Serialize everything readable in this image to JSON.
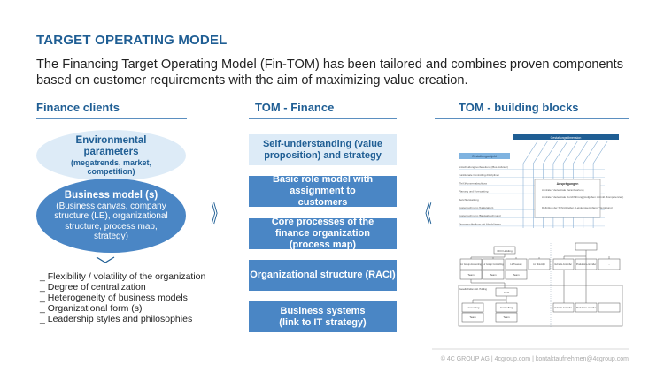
{
  "title": "TARGET OPERATING MODEL",
  "subtitle": "The Financing Target Operating Model (Fin-TOM) has been tailored and combines proven components based on customer requirements with the aim of maximizing value creation.",
  "columns": {
    "left": "Finance clients",
    "middle": "TOM - Finance",
    "right": "TOM - building blocks"
  },
  "environment": {
    "title": "Environmental parameters",
    "detail": "(megatrends, market, competition)"
  },
  "business_model": {
    "title": "Business model (s)",
    "detail": "(Business canvas, company structure (LE), organizational structure, process map, strategy)"
  },
  "factors": [
    "_ Flexibility / volatility of the organization",
    "_ Degree of centralization",
    "_ Heterogeneity of business models",
    "_ Organizational form (s)",
    "_ Leadership styles and philosophies"
  ],
  "tom_boxes": [
    "Self-understanding (value proposition) and strategy",
    "Basic role model with assignment to customers",
    "Core processes of the finance organization (process map)",
    "Organizational structure (RACI)",
    "Business systems (link to IT strategy)"
  ],
  "arrows": {
    "right": "》",
    "left": "《"
  },
  "matrix": {
    "dimension": "Gestaltungsdimension",
    "object": "Gestaltungsobjekt",
    "rows": [
      "Entscheidungsvorbereitung (Bus. Advisor)",
      "Funktionale Controlling-Disziplinen",
      "(Teil-)Konzernabschluss",
      "Planung und Forecasting",
      "Berichterstattung",
      "Kostenrechnung (Kalkulation)",
      "Kostenrechnung (Basisabrechnung)",
      "Finanzbuchhaltung mit Abschlüssen"
    ],
    "legend_title": "Ausprägungen",
    "legend": [
      "zentrale / dezentrale Verantwortung",
      "zentrale / dezentrale Durchführung (Aufgaben mit inkl. Kompetenzen)",
      "Definition der Schnittstellen (Leistungsempfang / Vergütung)"
    ]
  },
  "org": {
    "cfo_holding": "CFO Holding",
    "units": [
      "Ltr Group Accounting",
      "Ltr Group Controlling",
      "Ltr Treasury",
      "Ltr Risk-Mgt"
    ],
    "team": "Team",
    "companies": "Gesellschaften inkl. Holding",
    "cfo": "CFO",
    "accounting": "Accounting",
    "controlling": "Controlling",
    "sales_controller": "Vertriebs-Controller",
    "production_controller": "Produktions-controller",
    "more": "..."
  },
  "footer": "© 4C GROUP AG | 4cgroup.com | kontaktaufnehmen@4cgroup.com",
  "colors": {
    "accent": "#1f5e94",
    "box": "#4a86c5",
    "light": "#ddebf7"
  }
}
